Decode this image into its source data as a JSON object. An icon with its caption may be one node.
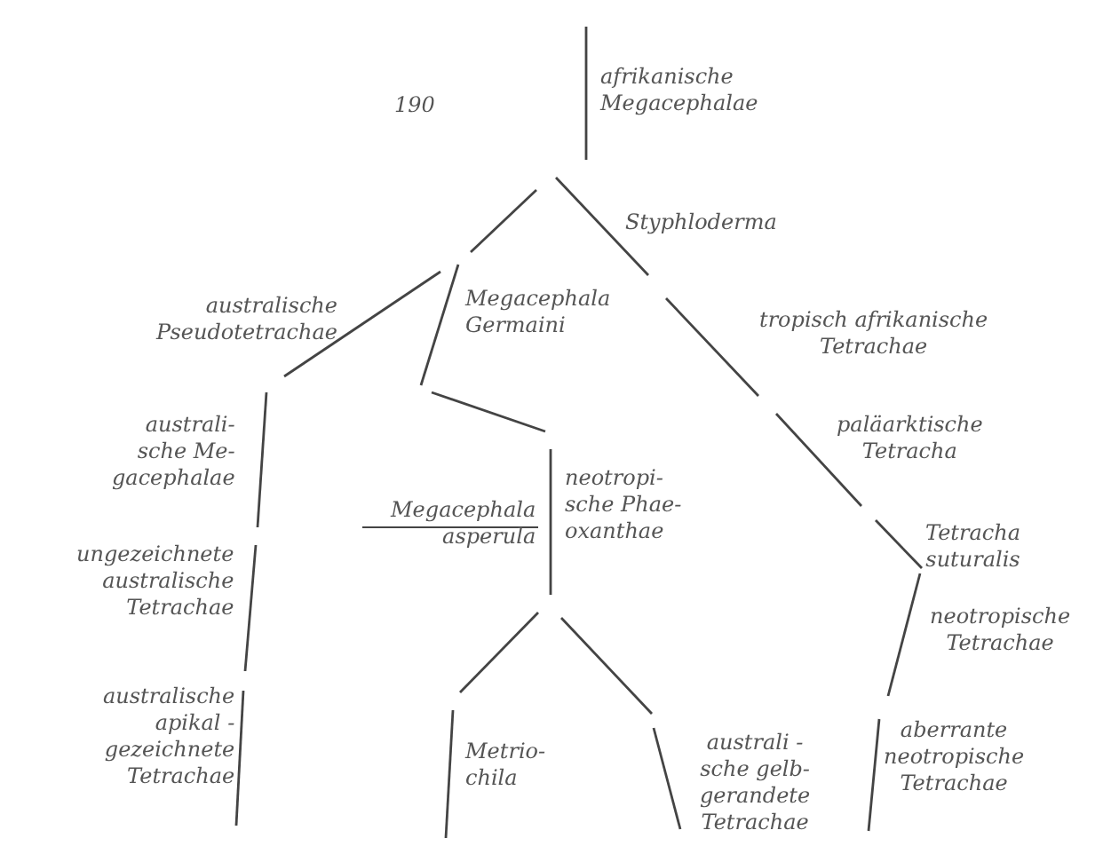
{
  "diagram": {
    "labels": [
      "190",
      "afrikanische Megacephalae",
      "Styphloderma",
      "australische Pseudotetrachae",
      "Megacephala Germaini",
      "tropisch afrikanische Tetrachae",
      "australi- sche Me- gacephalae",
      "paläarktische Tetracha",
      "Megacephala asperula",
      "neotropi- sche Phae- oxanthae",
      "Tetracha suturalis",
      "ungezeichnete australische Tetrachae",
      "neotropische Tetrachae",
      "australische apikal - gezeichnete Tetrachae",
      "Metrio- chila",
      "australi - sche gelb- gerandete Tetrachae",
      "aberrante neotropische Tetrachae"
    ]
  }
}
